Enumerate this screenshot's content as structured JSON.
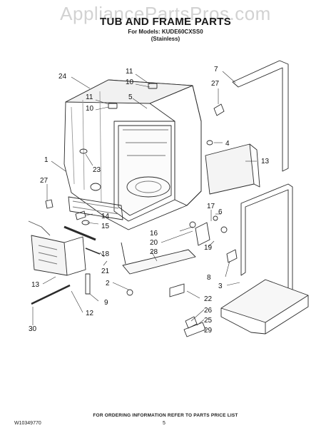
{
  "watermark": "AppliancePartsPros.com",
  "title": "TUB AND FRAME PARTS",
  "models_line": "For Models: KUDE60CXSS0",
  "finish_line": "(Stainless)",
  "footer_note": "FOR ORDERING INFORMATION REFER TO PARTS PRICE LIST",
  "doc_number": "W10349770",
  "page_number": "5",
  "callouts": {
    "c24": "24",
    "c11a": "11",
    "c10a": "10",
    "c7": "7",
    "c27a": "27",
    "c11b": "11",
    "c10b": "10",
    "c5": "5",
    "c4": "4",
    "c13a": "13",
    "c1": "1",
    "c23": "23",
    "c27b": "27",
    "c14": "14",
    "c15": "15",
    "c17": "17",
    "c6": "6",
    "c16": "16",
    "c20": "20",
    "c28": "28",
    "c18": "18",
    "c21": "21",
    "c19": "19",
    "c13b": "13",
    "c8": "8",
    "c2": "2",
    "c3": "3",
    "c22": "22",
    "c9": "9",
    "c12": "12",
    "c26": "26",
    "c25": "25",
    "c29": "29",
    "c30": "30"
  }
}
